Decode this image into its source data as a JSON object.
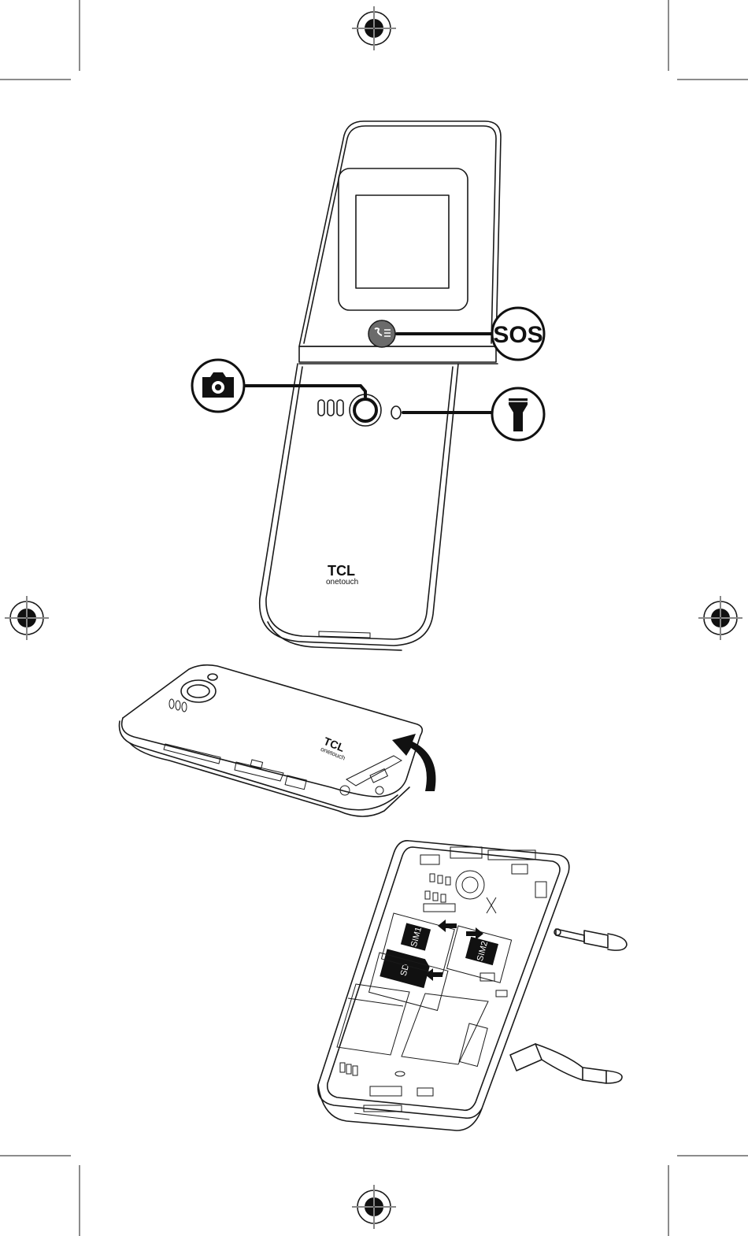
{
  "callouts": {
    "sos_label": "SOS"
  },
  "brand": {
    "logo": "TCL",
    "logo_sub": "onetouch"
  },
  "cards": {
    "sim1": "SIM1",
    "sim2": "SIM2",
    "sd": "SD"
  },
  "icons": [
    "camera-icon",
    "flashlight-icon",
    "sos-icon",
    "registration-mark-icon",
    "arrow-icon",
    "headphone-plug-icon",
    "usb-cable-icon"
  ],
  "colors": {
    "line": "#1a1a1a",
    "fill_dark": "#111111",
    "background": "#ffffff"
  }
}
